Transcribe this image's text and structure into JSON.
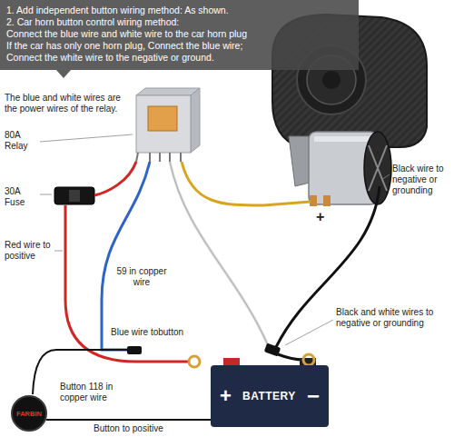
{
  "diagram": {
    "nodes": [
      {
        "text": [
          "1. Add independent button wiring method: As shown.",
          "2. Car horn button control wiring method:",
          "Connect the blue wire and white wire to the car horn plug",
          "If the car has only one horn plug, Connect the blue wire;",
          "Connect the white wire to the negative or ground."
        ]
      },
      {
        "text": [
          "+",
          "BATTERY",
          "−"
        ]
      },
      {
        "text": [
          "FARBIN"
        ]
      }
    ],
    "edges": [
      {
        "from": 2,
        "to": 1,
        "label": "Button to positive",
        "arrow": "none"
      }
    ],
    "labels": [
      "The blue and white wires are the power wires of the relay.",
      "80A Relay",
      "30A Fuse",
      "Red wire to positive",
      "59 in copper wire",
      "Blue wire tobutton",
      "Button 118 in copper wire",
      "Black wire to negative or grounding",
      "+",
      "Black and white wires to negative or grounding"
    ]
  }
}
